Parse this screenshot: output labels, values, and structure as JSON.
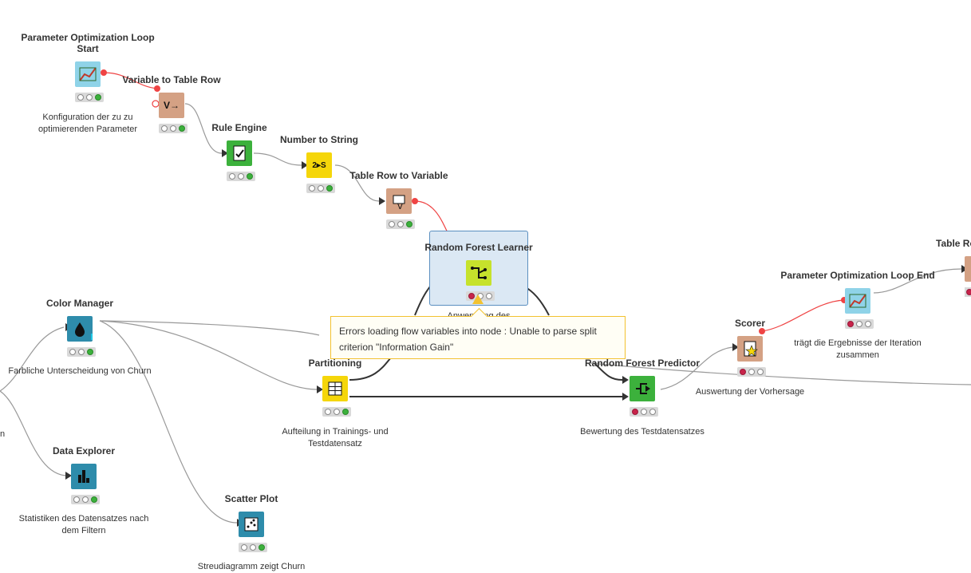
{
  "nodes": {
    "param_loop_start": {
      "title": "Parameter Optimization Loop Start",
      "desc": "Konfiguration der zu zu optimierenden Parameter",
      "color": "#8fd3e8"
    },
    "var_to_table_row": {
      "title": "Variable to Table Row",
      "desc": "",
      "color": "#d4a184"
    },
    "rule_engine": {
      "title": "Rule Engine",
      "desc": "",
      "color": "#3cb13c"
    },
    "number_to_string": {
      "title": "Number to String",
      "desc": "",
      "color": "#f5d60a"
    },
    "table_row_to_var": {
      "title": "Table Row to Variable",
      "desc": "",
      "color": "#d4a184"
    },
    "rf_learner": {
      "title": "Random Forest Learner",
      "desc": "Anwendung des",
      "color": "#c6e22c"
    },
    "color_manager": {
      "title": "Color Manager",
      "desc": "Farbliche Unterscheidung von Churn",
      "color": "#2e8cab"
    },
    "partitioning": {
      "title": "Partitioning",
      "desc": "Aufteilung in Trainings- und Testdatensatz",
      "color": "#f5d60a"
    },
    "rf_predictor": {
      "title": "Random Forest Predictor",
      "desc": "Bewertung des Testdatensatzes",
      "color": "#3cb13c"
    },
    "scorer": {
      "title": "Scorer",
      "desc": "Auswertung der Vorhersage",
      "color": "#d4a184"
    },
    "param_loop_end": {
      "title": "Parameter Optimization Loop End",
      "desc": "trägt die Ergebnisse der Iteration zusammen",
      "color": "#8fd3e8"
    },
    "table_row_partial": {
      "title": "Table Row",
      "color": "#d4a184"
    },
    "data_explorer": {
      "title": "Data Explorer",
      "desc": "Statistiken des Datensatzes nach dem Filtern",
      "color": "#2e8cab"
    },
    "scatter_plot": {
      "title": "Scatter Plot",
      "desc": "Streudiagramm zeigt Churn",
      "color": "#2e8cab"
    }
  },
  "glyphs": {
    "var_to_table_row": "V→",
    "number_to_string": "2▸S"
  },
  "left_partial_text": "n",
  "tooltip": {
    "text": "Errors loading flow variables into node : Unable to parse split criterion \"Information Gain\""
  },
  "colors": {
    "flow_var": "#ef4444",
    "data": "#333333",
    "edge": "#999999"
  }
}
